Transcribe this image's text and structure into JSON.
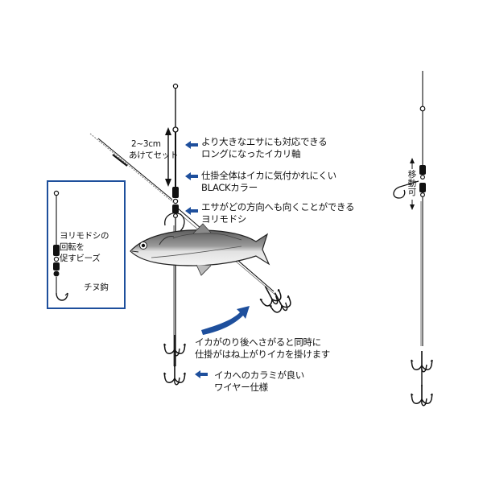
{
  "colors": {
    "accent_blue": "#1e4f9c",
    "line": "#111111",
    "fish_dark": "#6a6a6a",
    "fish_light": "#d2d2d2"
  },
  "icons": {
    "pointer": "blue-arrow-icon",
    "hook": "treble-hook-icon",
    "swivel": "swivel-icon",
    "bait": "fish-bait-icon"
  },
  "labels": {
    "gap_length": "2~3cm",
    "gap_note": "あけてセット",
    "long_shaft_1": "より大きなエサにも対応できる",
    "long_shaft_2": "ロングになったイカリ軸",
    "black_1": "仕掛全体はイカに気付かれにくい",
    "black_2": "BLACKカラー",
    "swivel_1": "エサがどの方向へも向くことができる",
    "swivel_2": "ヨリモドシ",
    "action_1": "イカがのり後へさがると同時に",
    "action_2": "仕掛がはね上がりイカを掛けます",
    "wire_1": "イカへのカラミが良い",
    "wire_2": "ワイヤー仕様",
    "bead_1": "ヨリモドシの",
    "bead_2": "回転を",
    "bead_3": "促すビーズ",
    "chinu_hook": "チヌ鈎",
    "movable": "移動可"
  }
}
